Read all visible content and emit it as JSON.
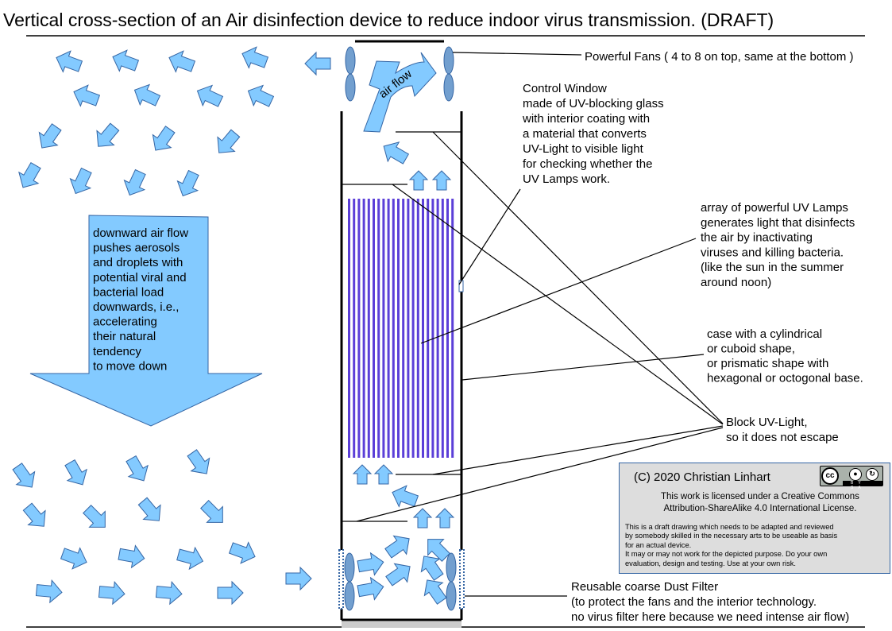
{
  "title": "Vertical cross-section of an Air disinfection device to reduce indoor virus transmission. (DRAFT)",
  "flow_label": "air flow",
  "labels": {
    "fans": "Powerful Fans ( 4 to 8 on top, same at the bottom )",
    "control_window": [
      "Control Window",
      "made of UV-blocking glass",
      "with interior coating with",
      "a material that converts",
      "UV-Light to visible light",
      "for checking whether the",
      "UV Lamps work."
    ],
    "uv_lamps": [
      "array of powerful UV Lamps",
      "generates light that disinfects",
      "the air by inactivating",
      "viruses and killing bacteria.",
      "(like the sun in the summer",
      "around noon)"
    ],
    "case": [
      "case with a cylindrical",
      "or cuboid shape,",
      "or prismatic shape with",
      "hexagonal or octogonal base."
    ],
    "block_uv": [
      "Block UV-Light,",
      "so it does not escape"
    ],
    "dust_filter": [
      "Reusable coarse Dust Filter",
      "(to protect the fans and the interior technology.",
      "no virus filter here because we need intense air flow)"
    ],
    "downward_flow": [
      "downward air flow",
      "pushes aerosols",
      "and droplets with",
      "potential viral and",
      "bacterial load",
      "downwards, i.e.,",
      "accelerating",
      "their natural",
      "tendency",
      "to move down"
    ]
  },
  "license": {
    "copyright": "(C) 2020 Christian Linhart",
    "text": [
      "This work is licensed under a Creative Commons",
      "Attribution-ShareAlike 4.0 International License."
    ],
    "note": [
      "This is a draft drawing which needs to be adapted and reviewed",
      "by somebody skilled in the necessary arts to be useable as basis",
      "for an actual device.",
      "It may or may not work for the depicted purpose. Do your own",
      "evaluation, design and testing. Use at your own risk."
    ],
    "badge": {
      "cc": "cc",
      "by": "BY",
      "sa": "SA"
    }
  },
  "colors": {
    "arrow_fill": "#83caff",
    "arrow_stroke": "#3465a4",
    "fan_fill": "#729fcf",
    "uv_lamp": "#5b3fd8",
    "license_bg": "#dddddd"
  }
}
